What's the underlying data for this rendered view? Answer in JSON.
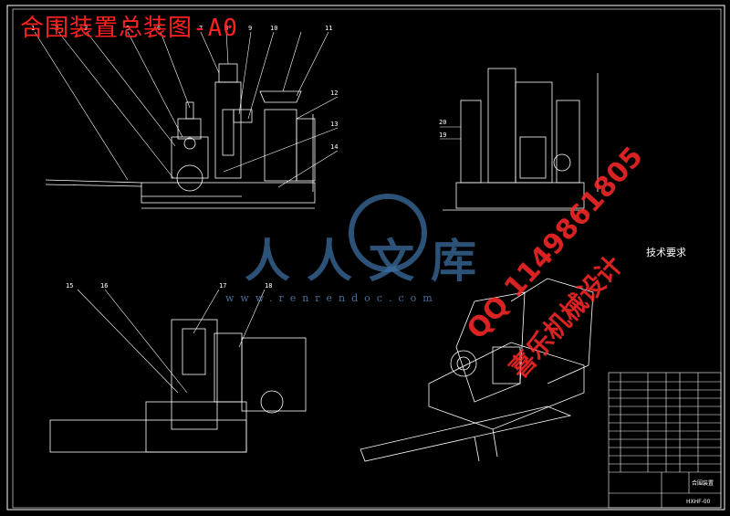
{
  "title": "合围装置总装图-A0",
  "watermark": {
    "brand": "人人文库",
    "url": "www.renrendoc.com"
  },
  "stamp": {
    "qq": "QQ 1149861805",
    "text": "喜乐机械设计"
  },
  "tech_requirements_title": "技术要求",
  "callouts": [
    "1",
    "2",
    "3",
    "5",
    "6",
    "7",
    "8",
    "9",
    "10",
    "11",
    "12",
    "13",
    "14",
    "15",
    "16",
    "17",
    "18",
    "19",
    "20"
  ],
  "title_block": {
    "drawing_name": "合围装置",
    "drawing_code": "HXHF-00"
  },
  "colors": {
    "background": "#000000",
    "lines": "#ffffff",
    "title": "#ff2020",
    "watermark": "#3c6ea0",
    "stamp": "#ff2828"
  }
}
